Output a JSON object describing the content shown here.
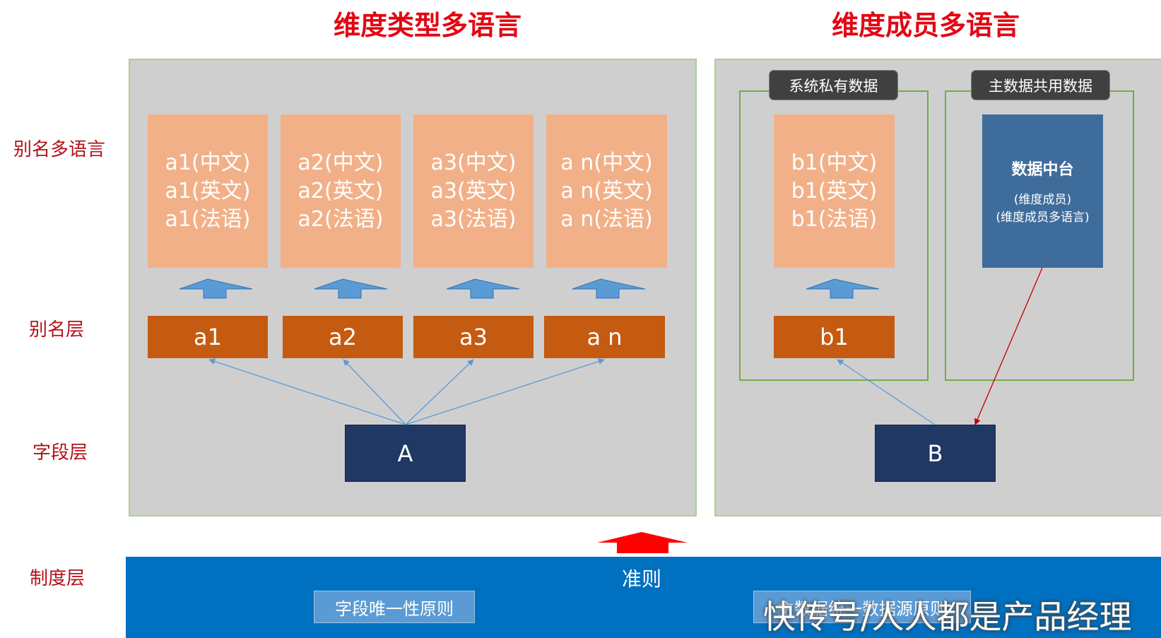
{
  "titles": {
    "left": "维度类型多语言",
    "right": "维度成员多语言"
  },
  "row_labels": {
    "alias_multilang": "别名多语言",
    "alias_layer": "别名层",
    "field_layer": "字段层",
    "system_layer": "制度层"
  },
  "left_panel": {
    "cards": [
      [
        "a1(中文)",
        "a1(英文)",
        "a1(法语)"
      ],
      [
        "a2(中文)",
        "a2(英文)",
        "a2(法语)"
      ],
      [
        "a3(中文)",
        "a3(英文)",
        "a3(法语)"
      ],
      [
        "a n(中文)",
        "a n(英文)",
        "a n(法语)"
      ]
    ],
    "aliases": [
      "a1",
      "a2",
      "a3",
      "a n"
    ],
    "field": "A"
  },
  "right_panel": {
    "private_group": {
      "tag": "系统私有数据",
      "card": [
        "b1(中文)",
        "b1(英文)",
        "b1(法语)"
      ],
      "alias": "b1"
    },
    "shared_group": {
      "tag": "主数据共用数据",
      "mdm_title": "数据中台",
      "mdm_lines": [
        "(维度成员)",
        "(维度成员多语言)"
      ]
    },
    "field": "B"
  },
  "bottom_band": {
    "title": "准则",
    "rules": [
      "字段唯一性原则",
      "主数据统一数据源原则"
    ]
  },
  "watermark": "快传号/人人都是产品经理",
  "colors": {
    "title_red": "#e30613",
    "panel_gray": "#d0cfd0",
    "card_orange": "#f2b088",
    "alias_orange": "#c55a11",
    "field_navy": "#203864",
    "band_blue": "#0070c0",
    "arrow_blue": "#5b9bd5",
    "arrow_red": "#ff0000",
    "connector_red": "#c00000"
  }
}
